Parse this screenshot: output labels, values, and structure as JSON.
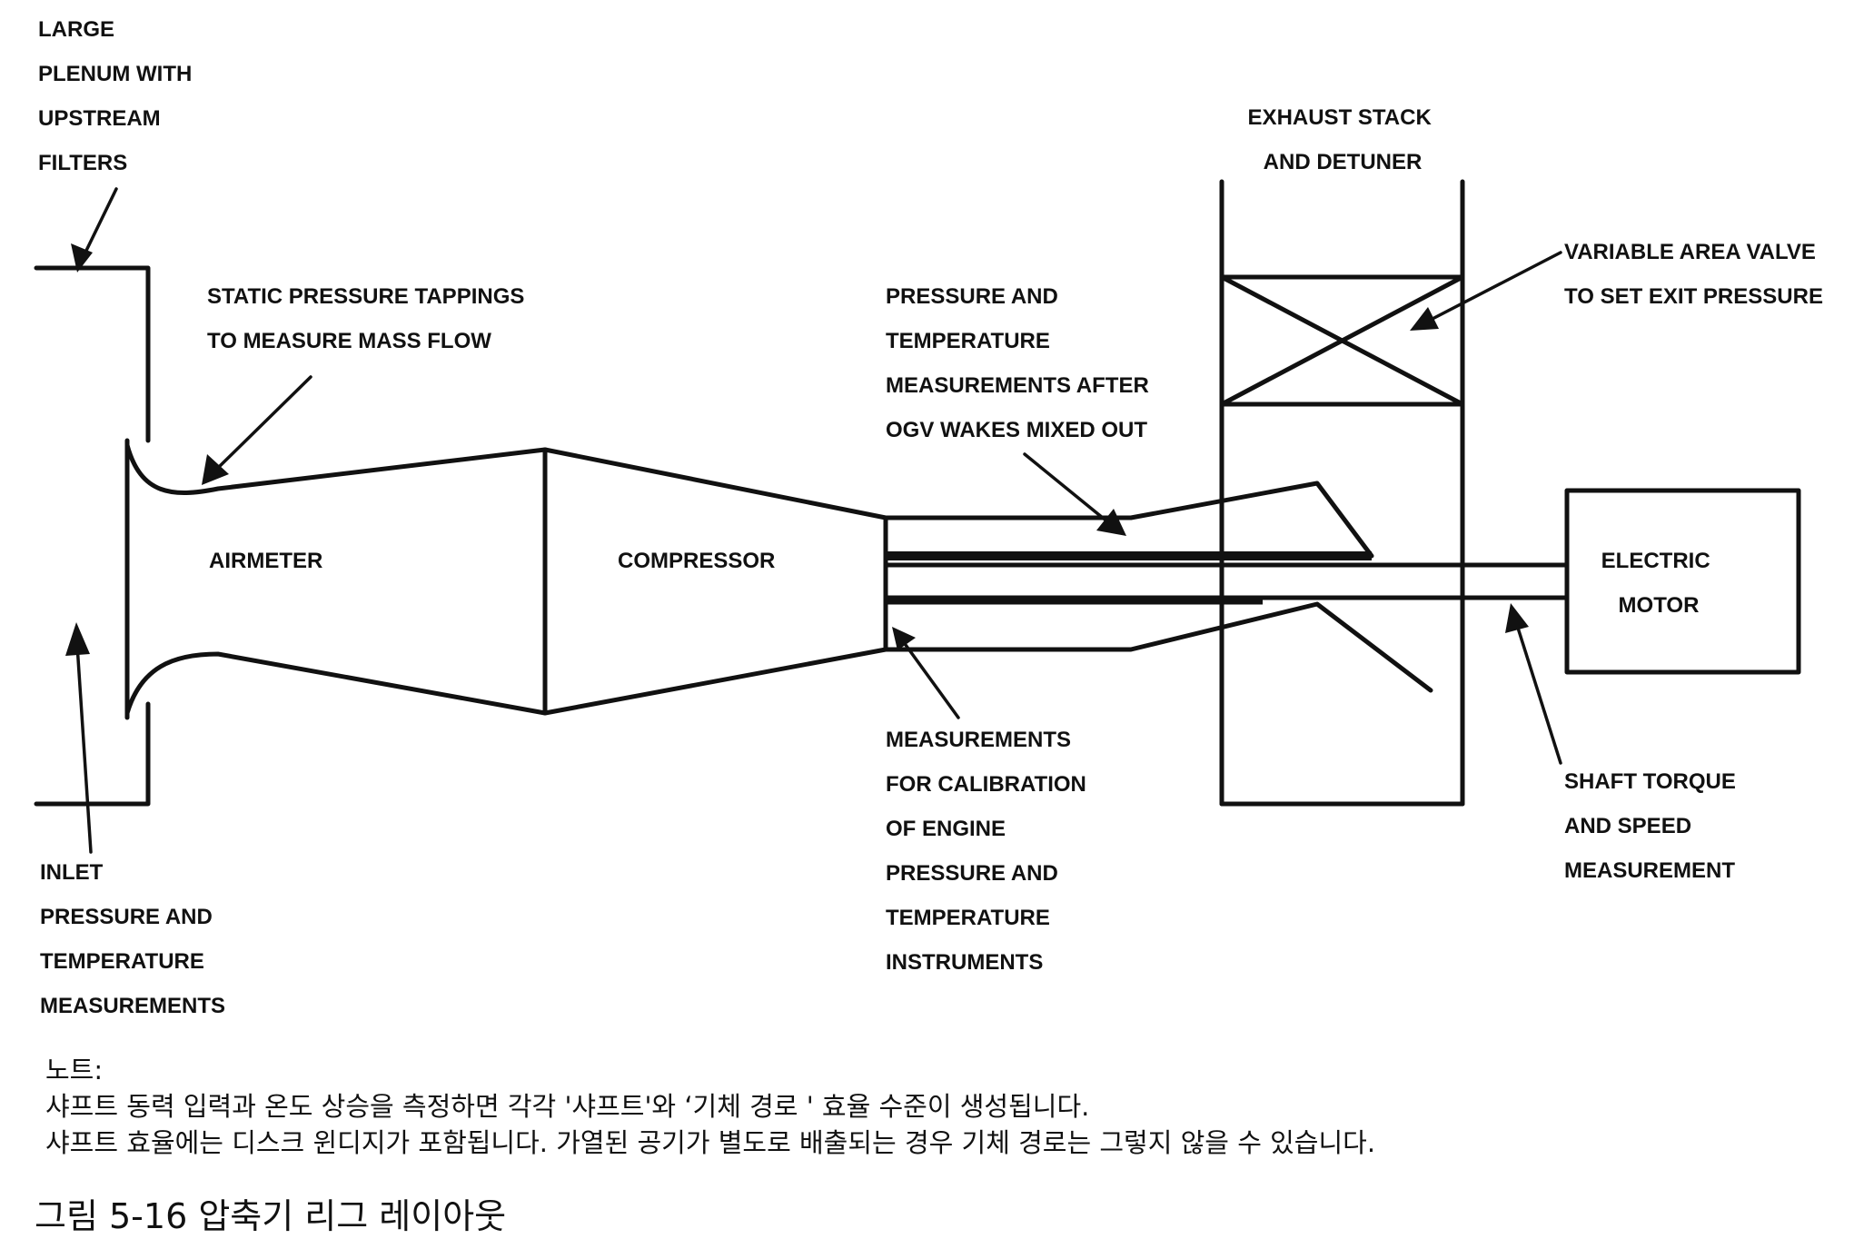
{
  "diagram": {
    "labels": {
      "plenum": [
        "LARGE",
        "PLENUM WITH",
        "UPSTREAM",
        "FILTERS"
      ],
      "static_tappings": [
        "STATIC PRESSURE TAPPINGS",
        "TO MEASURE MASS FLOW"
      ],
      "airmeter": "AIRMETER",
      "compressor": "COMPRESSOR",
      "ogv_measurements": [
        "PRESSURE AND",
        "TEMPERATURE",
        "MEASUREMENTS AFTER",
        "OGV WAKES MIXED OUT"
      ],
      "exhaust": [
        "EXHAUST STACK",
        "AND DETUNER"
      ],
      "valve": [
        "VARIABLE AREA VALVE",
        "TO SET EXIT PRESSURE"
      ],
      "motor": [
        "ELECTRIC",
        "MOTOR"
      ],
      "inlet": [
        "INLET",
        "PRESSURE AND",
        "TEMPERATURE",
        "MEASUREMENTS"
      ],
      "calibration": [
        "MEASUREMENTS",
        "FOR CALIBRATION",
        "OF ENGINE",
        "PRESSURE AND",
        "TEMPERATURE",
        "INSTRUMENTS"
      ],
      "shaft": [
        "SHAFT TORQUE",
        "AND SPEED",
        "MEASUREMENT"
      ]
    }
  },
  "note": {
    "heading": "노트:",
    "line1": "샤프트 동력 입력과 온도 상승을 측정하면 각각 '샤프트'와 ‘기체 경로 '  효율 수준이 생성됩니다.",
    "line2": "샤프트 효율에는 디스크 윈디지가 포함됩니다. 가열된 공기가 별도로 배출되는 경우 기체 경로는 그렇지 않을 수 있습니다."
  },
  "caption": "그림 5-16 압축기 리그 레이아웃"
}
